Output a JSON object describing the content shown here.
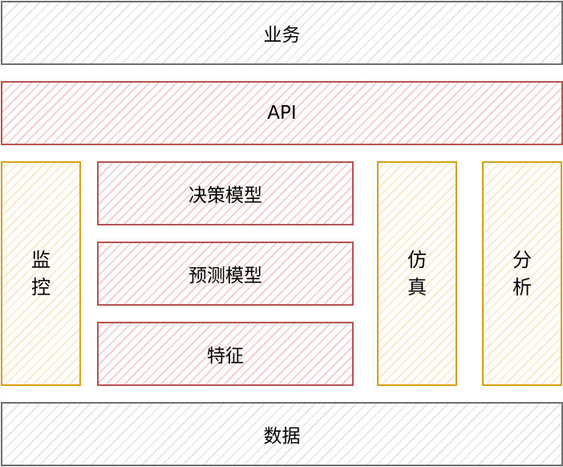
{
  "layers": {
    "business": "业务",
    "api": "API",
    "decision_model": "决策模型",
    "prediction_model": "预测模型",
    "features": "特征",
    "data": "数据"
  },
  "side_modules": {
    "monitor": [
      "监",
      "控"
    ],
    "simulation": [
      "仿",
      "真"
    ],
    "analysis": [
      "分",
      "析"
    ]
  },
  "colors": {
    "gray_border": "#6f6f6f",
    "red_border": "#b85450",
    "red_fill": "#f8cecc",
    "yellow_border": "#d6a017",
    "yellow_fill": "#fff2cc"
  }
}
